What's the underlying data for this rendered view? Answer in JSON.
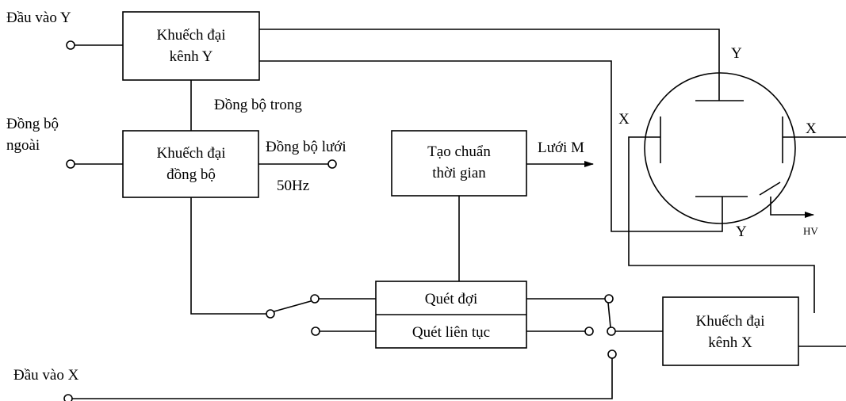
{
  "labels": {
    "input_y": "Đầu vào Y",
    "input_x": "Đầu vào X",
    "sync_external_l1": "Đồng bộ",
    "sync_external_l2": "ngoài",
    "sync_internal": "Đồng bộ trong",
    "sync_mains": "Đồng bộ lưới",
    "mains_freq": "50Hz",
    "grid_m": "Lưới M",
    "plate_y_top": "Y",
    "plate_y_bottom": "Y",
    "plate_x_left": "X",
    "plate_x_right": "X",
    "hv": "HV"
  },
  "blocks": {
    "amp_y": {
      "line1": "Khuếch đại",
      "line2": "kênh Y"
    },
    "amp_sync": {
      "line1": "Khuếch đại",
      "line2": "đồng bộ"
    },
    "time_base": {
      "line1": "Tạo chuẩn",
      "line2": "thời gian"
    },
    "sweep_triggered": "Quét đợi",
    "sweep_continuous": "Quét liên tục",
    "amp_x": {
      "line1": "Khuếch đại",
      "line2": "kênh X"
    }
  }
}
